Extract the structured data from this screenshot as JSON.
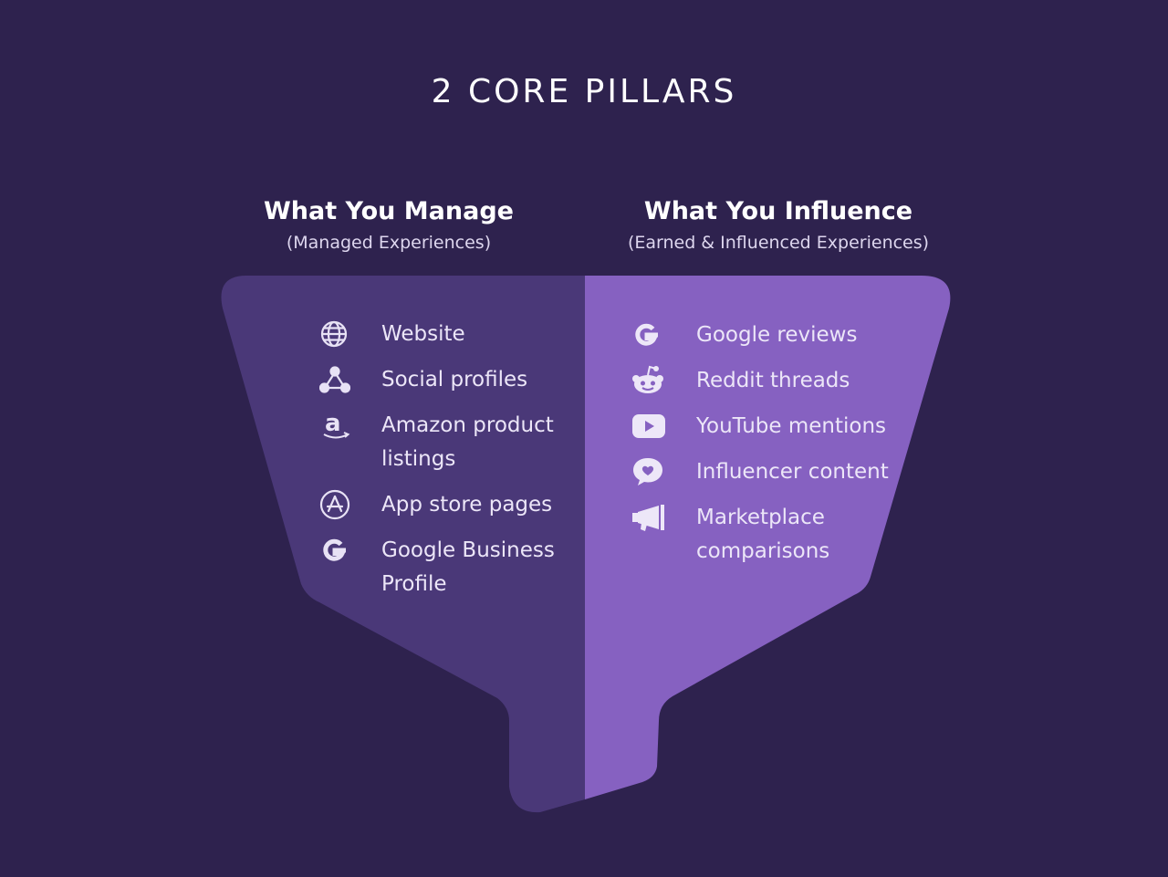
{
  "title": "2 CORE PILLARS",
  "colors": {
    "background": "#2e224e",
    "left_panel": "#4a3878",
    "right_panel": "#8661c1",
    "text": "#ece6f8"
  },
  "left": {
    "heading": "What You Manage",
    "subheading": "(Managed Experiences)",
    "items": [
      {
        "label": "Website",
        "icon": "globe-icon"
      },
      {
        "label": "Social profiles",
        "icon": "network-icon"
      },
      {
        "label": "Amazon product listings",
        "icon": "amazon-icon"
      },
      {
        "label": "App store pages",
        "icon": "app-store-icon"
      },
      {
        "label": "Google Business Profile",
        "icon": "google-icon"
      }
    ]
  },
  "right": {
    "heading": "What You Influence",
    "subheading": "(Earned & Influenced Experiences)",
    "items": [
      {
        "label": "Google reviews",
        "icon": "google-icon"
      },
      {
        "label": "Reddit threads",
        "icon": "reddit-icon"
      },
      {
        "label": "YouTube mentions",
        "icon": "youtube-icon"
      },
      {
        "label": "Influencer content",
        "icon": "heart-chat-icon"
      },
      {
        "label": "Marketplace comparisons",
        "icon": "megaphone-icon"
      }
    ]
  }
}
